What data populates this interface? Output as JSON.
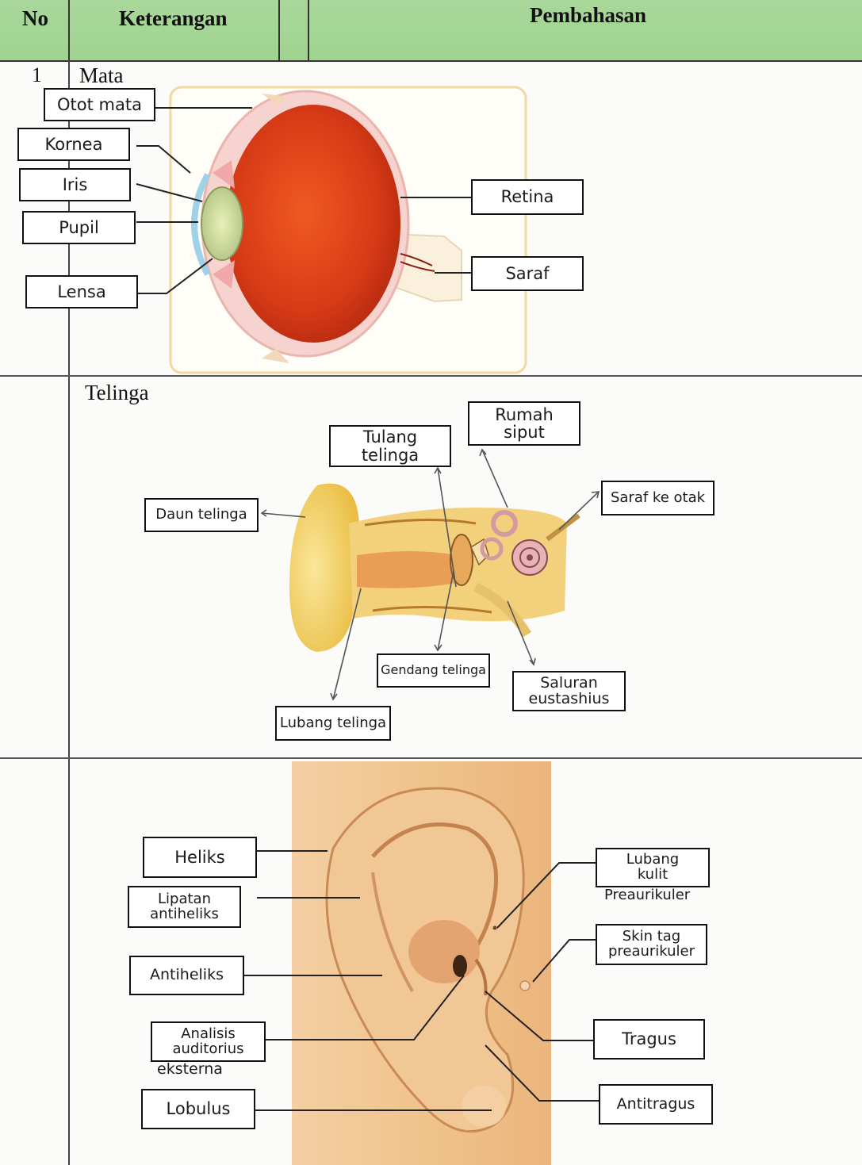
{
  "table": {
    "headers": {
      "no": "No",
      "keterangan": "Keterangan",
      "pembahasan": "Pembahasan"
    },
    "row_number": "1"
  },
  "mata": {
    "title": "Mata",
    "labels": {
      "otot": "Otot mata",
      "kornea": "Kornea",
      "iris": "Iris",
      "pupil": "Pupil",
      "lensa": "Lensa",
      "retina": "Retina",
      "saraf": "Saraf"
    }
  },
  "telinga": {
    "title": "Telinga",
    "labels": {
      "tulang": "Tulang\ntelinga",
      "rumah": "Rumah\nsiput",
      "daun": "Daun telinga",
      "saraf_otak": "Saraf ke otak",
      "gendang": "Gendang telinga",
      "saluran": "Saluran\neustashius",
      "lubang": "Lubang telinga"
    }
  },
  "telinga_luar": {
    "labels": {
      "heliks": "Heliks",
      "lipatan": "Lipatan\nantiheliks",
      "antiheliks": "Antiheliks",
      "analisis": "Analisis\nauditorius",
      "eksterna": "eksterna",
      "lobulus": "Lobulus",
      "lubang_kulit": "Lubang\nkulit",
      "preaurikuler": "Preaurikuler",
      "skin_tag": "Skin tag\npreaurikuler",
      "tragus": "Tragus",
      "antitragus": "Antitragus"
    }
  },
  "colors": {
    "header_green": "#a9d79a",
    "eye_red": "#d63a16",
    "ear_skin": "#f0c38d",
    "ear_yellow": "#f1cd58"
  }
}
